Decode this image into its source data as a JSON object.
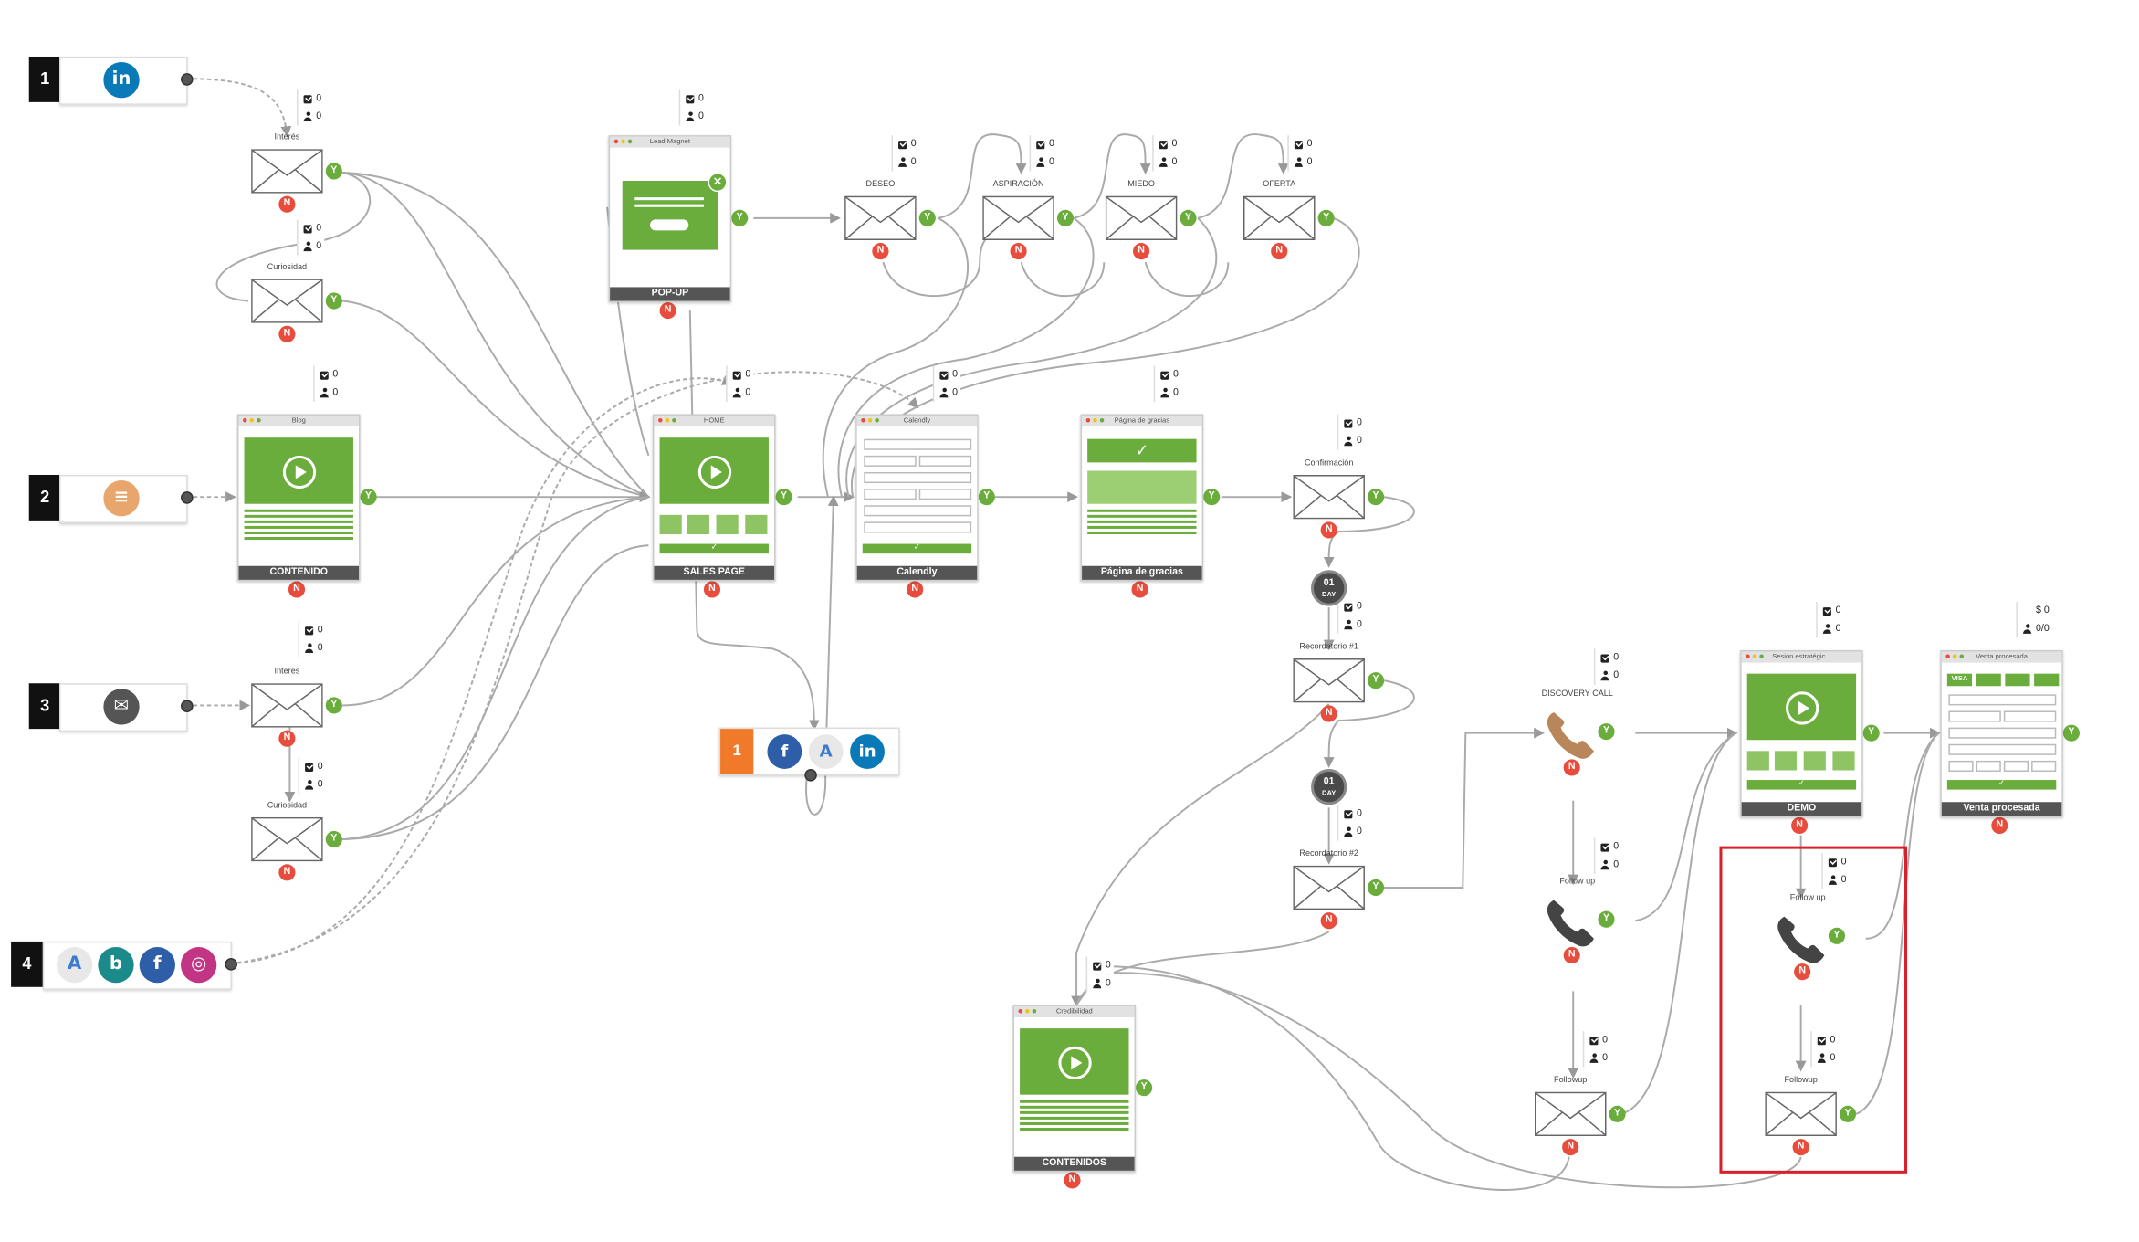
{
  "sources": [
    {
      "number": "1",
      "icons": [
        "linkedin-icon"
      ],
      "letters": [
        "in"
      ]
    },
    {
      "number": "2",
      "icons": [
        "document-icon"
      ],
      "letters": [
        "≡"
      ]
    },
    {
      "number": "3",
      "icons": [
        "mail-icon"
      ],
      "letters": [
        "✉"
      ]
    },
    {
      "number": "4",
      "icons": [
        "adwords-icon",
        "bing-icon",
        "facebook-icon",
        "instagram-icon"
      ],
      "letters": [
        "A",
        "b",
        "f",
        "◎"
      ]
    }
  ],
  "stats": {
    "count_zero": "0",
    "money_zero": "$ 0",
    "ratio": "0/0"
  },
  "emails": {
    "interes_1": "Interés",
    "curiosidad_1": "Curiosidad",
    "interes_3": "Interés",
    "curiosidad_3": "Curiosidad",
    "deseo": "DESEO",
    "aspiracion": "ASPIRACIÓN",
    "miedo": "MIEDO",
    "oferta": "OFERTA",
    "confirmacion": "Confirmación",
    "recordatorio1": "Recordatorio #1",
    "recordatorio2": "Recordatorio #2",
    "followup_mail_1": "Followup",
    "followup_mail_2": "Followup"
  },
  "pages": {
    "lead_magnet": {
      "bar": "Lead Magnet",
      "foot": "POP-UP"
    },
    "blog": {
      "bar": "Blog",
      "foot": "CONTENIDO"
    },
    "home": {
      "bar": "HOME",
      "foot": "SALES PAGE"
    },
    "calendly": {
      "bar": "Calendly",
      "foot": "Calendly"
    },
    "gracias": {
      "bar": "Página de gracias",
      "foot": "Página de gracias"
    },
    "sesion": {
      "bar": "Sesión estratégic...",
      "foot": "DEMO"
    },
    "venta": {
      "bar": "Venta procesada",
      "foot": "Venta procesada"
    },
    "credibilidad": {
      "bar": "Credibilidad",
      "foot": "CONTENIDOS"
    }
  },
  "phones": {
    "discovery": "DISCOVERY CALL",
    "followup_1": "Follow up",
    "followup_2": "Follow up"
  },
  "timers": {
    "top": "01",
    "bottom": "DAY"
  },
  "retarget": {
    "counter": "1",
    "icons": [
      "sync-icon",
      "facebook-icon",
      "adwords-icon",
      "linkedin-icon"
    ]
  },
  "badges": {
    "yes": "Y",
    "no": "N"
  },
  "colors": {
    "green": "#6aad3c",
    "red": "#e74c3c",
    "highlight": "#d9202a",
    "phone_brown": "#b9855a"
  }
}
